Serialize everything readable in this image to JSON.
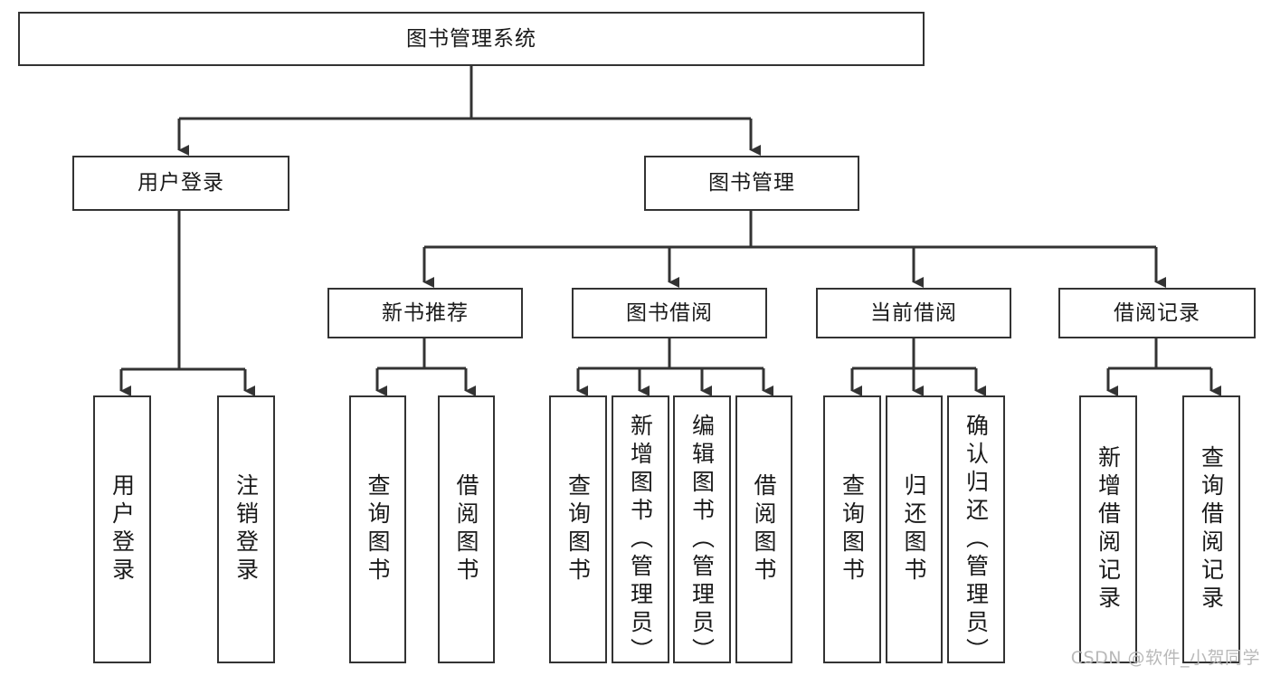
{
  "diagram": {
    "type": "tree-hierarchy",
    "title": "图书管理系统",
    "watermark": "CSDN @软件_小贺同学",
    "colors": {
      "border": "#333333",
      "background": "#ffffff",
      "text": "#1a1a1a",
      "connector": "#333333",
      "watermark": "#b9b9b9"
    },
    "levels": [
      {
        "level": 1,
        "nodes": [
          {
            "id": "root",
            "label": "图书管理系统",
            "orientation": "horizontal"
          }
        ]
      },
      {
        "level": 2,
        "nodes": [
          {
            "id": "user-login",
            "label": "用户登录",
            "orientation": "horizontal"
          },
          {
            "id": "book-manage",
            "label": "图书管理",
            "orientation": "horizontal"
          }
        ]
      },
      {
        "level": 3,
        "nodes": [
          {
            "id": "new-book-rec",
            "label": "新书推荐",
            "orientation": "horizontal"
          },
          {
            "id": "book-borrow",
            "label": "图书借阅",
            "orientation": "horizontal"
          },
          {
            "id": "current-borrow",
            "label": "当前借阅",
            "orientation": "horizontal"
          },
          {
            "id": "borrow-record",
            "label": "借阅记录",
            "orientation": "horizontal"
          }
        ]
      },
      {
        "level": 4,
        "nodes": [
          {
            "id": "leaf-1",
            "label": "用户登录",
            "parent": "user-login",
            "orientation": "vertical"
          },
          {
            "id": "leaf-2",
            "label": "注销登录",
            "parent": "user-login",
            "orientation": "vertical"
          },
          {
            "id": "leaf-3",
            "label": "查询图书",
            "parent": "new-book-rec",
            "orientation": "vertical"
          },
          {
            "id": "leaf-4",
            "label": "借阅图书",
            "parent": "new-book-rec",
            "orientation": "vertical"
          },
          {
            "id": "leaf-5",
            "label": "查询图书",
            "parent": "book-borrow",
            "orientation": "vertical"
          },
          {
            "id": "leaf-6",
            "label": "新增图书（管理员）",
            "parent": "book-borrow",
            "orientation": "vertical"
          },
          {
            "id": "leaf-7",
            "label": "编辑图书（管理员）",
            "parent": "book-borrow",
            "orientation": "vertical"
          },
          {
            "id": "leaf-8",
            "label": "借阅图书",
            "parent": "book-borrow",
            "orientation": "vertical"
          },
          {
            "id": "leaf-9",
            "label": "查询图书",
            "parent": "current-borrow",
            "orientation": "vertical"
          },
          {
            "id": "leaf-10",
            "label": "归还图书",
            "parent": "current-borrow",
            "orientation": "vertical"
          },
          {
            "id": "leaf-11",
            "label": "确认归还（管理员）",
            "parent": "current-borrow",
            "orientation": "vertical"
          },
          {
            "id": "leaf-12",
            "label": "新增借阅记录",
            "parent": "borrow-record",
            "orientation": "vertical"
          },
          {
            "id": "leaf-13",
            "label": "查询借阅记录",
            "parent": "borrow-record",
            "orientation": "vertical"
          }
        ]
      }
    ]
  }
}
